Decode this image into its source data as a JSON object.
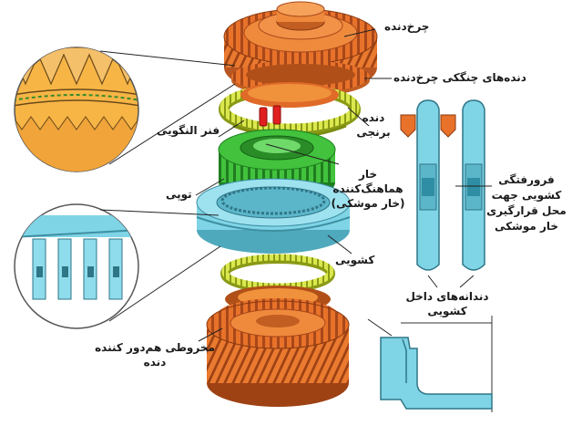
{
  "labels": {
    "gear": "چرخ‌دنده",
    "gear_dog_teeth": "دنده‌های چنگکی چرخ‌دنده",
    "brass_ring_line1": "دنده",
    "brass_ring_line2": "برنجی",
    "spring": "فنر النگویی",
    "key_line1": "خار",
    "key_line2": "هماهنگ‌کننده",
    "key_line3": "(خار موشکی)",
    "hub": "توپی",
    "sleeve": "کشویی",
    "cone_line1": "مخروطی هم‌دور کننده",
    "cone_line2": "دنده",
    "groove_line1": "فرورفتگی",
    "groove_line2": "کشویی جهت",
    "groove_line3": "محل قرارگیری",
    "groove_line4": "خار موشکی",
    "internal_line1": "دندانه‌های داخل",
    "internal_line2": "کشویی"
  },
  "colors": {
    "gear_orange": "#e8722a",
    "sync_green": "#3dbb3a",
    "sleeve_cyan": "#7fd4e6",
    "brass_yellow": "#d8e84a",
    "key_red": "#e02020",
    "zoom_fill": "#f7b546"
  }
}
